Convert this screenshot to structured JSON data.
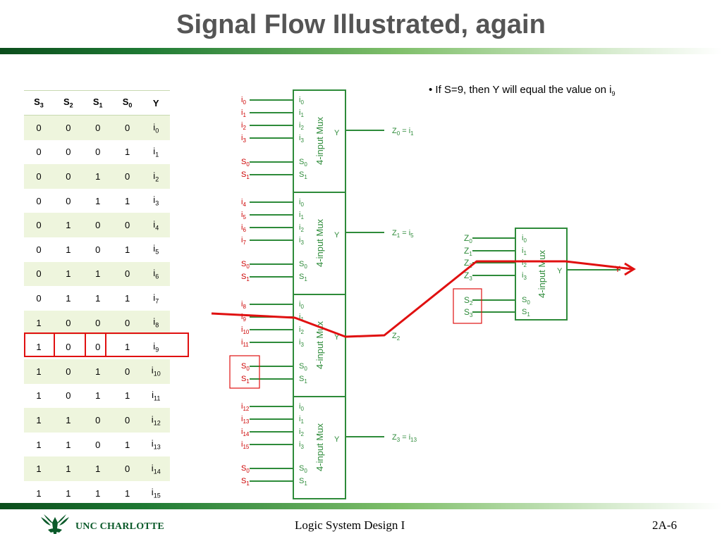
{
  "slide": {
    "title": "Signal Flow Illustrated, again",
    "bullet": "If S=9, then Y will equal the value on i",
    "bullet_sub": "9",
    "footer": "Logic System Design I",
    "page": "2A-6",
    "logo_text": "UNC CHARLOTTE"
  },
  "truth_table": {
    "headers": [
      "S3",
      "S2",
      "S1",
      "S0",
      "Y"
    ],
    "rows": [
      [
        "0",
        "0",
        "0",
        "0",
        "i0"
      ],
      [
        "0",
        "0",
        "0",
        "1",
        "i1"
      ],
      [
        "0",
        "0",
        "1",
        "0",
        "i2"
      ],
      [
        "0",
        "0",
        "1",
        "1",
        "i3"
      ],
      [
        "0",
        "1",
        "0",
        "0",
        "i4"
      ],
      [
        "0",
        "1",
        "0",
        "1",
        "i5"
      ],
      [
        "0",
        "1",
        "1",
        "0",
        "i6"
      ],
      [
        "0",
        "1",
        "1",
        "1",
        "i7"
      ],
      [
        "1",
        "0",
        "0",
        "0",
        "i8"
      ],
      [
        "1",
        "0",
        "0",
        "1",
        "i9"
      ],
      [
        "1",
        "0",
        "1",
        "0",
        "i10"
      ],
      [
        "1",
        "0",
        "1",
        "1",
        "i11"
      ],
      [
        "1",
        "1",
        "0",
        "0",
        "i12"
      ],
      [
        "1",
        "1",
        "0",
        "1",
        "i13"
      ],
      [
        "1",
        "1",
        "1",
        "0",
        "i14"
      ],
      [
        "1",
        "1",
        "1",
        "1",
        "i15"
      ]
    ],
    "highlighted_row_index": 9
  },
  "mux": {
    "label": "4-input Mux",
    "pins": [
      "i0",
      "i1",
      "i2",
      "i3",
      "S0",
      "S1"
    ],
    "output": "Y"
  },
  "first_stage": [
    {
      "inputs": [
        "i0",
        "i1",
        "i2",
        "i3"
      ],
      "selects": [
        "S0",
        "S1"
      ],
      "output_label": "Z0 = i1"
    },
    {
      "inputs": [
        "i4",
        "i5",
        "i6",
        "i7"
      ],
      "selects": [
        "S0",
        "S1"
      ],
      "output_label": "Z1 = i5"
    },
    {
      "inputs": [
        "i8",
        "i9",
        "i10",
        "i11"
      ],
      "selects": [
        "S0",
        "S1"
      ],
      "output_label": "Z2"
    },
    {
      "inputs": [
        "i12",
        "i13",
        "i14",
        "i15"
      ],
      "selects": [
        "S0",
        "S1"
      ],
      "output_label": "Z3 = i13"
    }
  ],
  "second_stage": {
    "inputs": [
      "Z0",
      "Z1",
      "Z2",
      "Z3"
    ],
    "selects": [
      "S2",
      "S3"
    ],
    "output_label": "Y"
  },
  "colors": {
    "mux_border": "#2e8b3a",
    "wire": "#2e8b3a",
    "signal_label": "#cc0000",
    "path": "#e01010",
    "title": "#555555"
  }
}
